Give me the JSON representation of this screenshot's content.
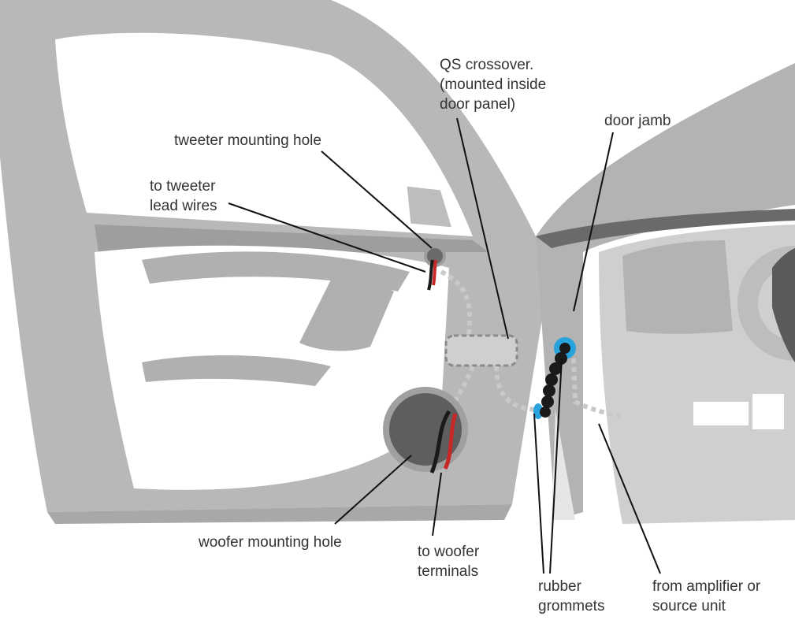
{
  "labels": {
    "qs_crossover": [
      "QS crossover.",
      "(mounted inside",
      "door panel)"
    ],
    "tweeter_hole": "tweeter mounting hole",
    "tweeter_wires": [
      "to tweeter",
      "lead wires"
    ],
    "door_jamb": "door jamb",
    "woofer_hole": "woofer mounting hole",
    "woofer_terminals": [
      "to woofer",
      "terminals"
    ],
    "rubber_grommets": [
      "rubber",
      "grommets"
    ],
    "from_amp": [
      "from amplifier or",
      "source unit"
    ]
  },
  "colors": {
    "body_gray": "#b3b3b3",
    "dark_gray": "#6a6a6a",
    "wire_black": "#1a1a1a",
    "wire_red": "#c62828",
    "grommet_blue": "#29a3dc",
    "leader_line": "#111111"
  },
  "icons": [
    "car-door-illustration",
    "tweeter-hole",
    "woofer-hole",
    "crossover-box",
    "grommet",
    "wire-loom"
  ]
}
